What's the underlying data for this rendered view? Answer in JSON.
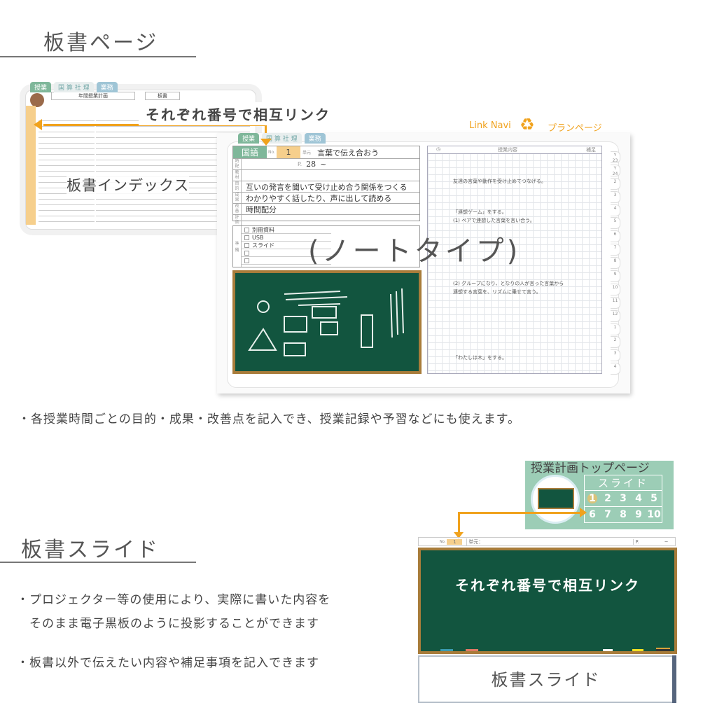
{
  "section1": {
    "title": "板書ページ"
  },
  "index_page": {
    "tabs": [
      "授業",
      "国 算 社 理",
      "業務"
    ],
    "plan_header": "年間授業計画",
    "board_header": "板書",
    "label": "板書インデックス"
  },
  "link_label": "それぞれ番号で相互リンク",
  "link_navi": {
    "label": "Link Navi",
    "target": "プランページ",
    "icon": "recycle-arrows-icon"
  },
  "note_page": {
    "tabs": [
      "授業",
      "国 算 社 理",
      "業務"
    ],
    "subject": "国語",
    "no_label": "No.",
    "no": "1",
    "unit_label": "単元",
    "unit": "言葉で伝え合おう",
    "page_label": "P.",
    "page": "28",
    "page_to": "~",
    "row_labels": [
      "時配",
      "教材",
      "目的",
      "成果",
      "改善",
      "評価"
    ],
    "lines": [
      "互いの発言を聞いて受け止め合う関係をつくる",
      "わかりやすく話したり、声に出して読める",
      "時間配分"
    ],
    "prep_label": "準備",
    "checklist": [
      "別冊資料",
      "USB",
      "スライド"
    ],
    "content_header": "授業内容",
    "supplement_header": "補足",
    "notes": [
      "友達の言葉や動作を受け止めてつなげる。",
      "「連想ゲーム」をする。",
      "(1) ペアで連想した言葉を言い合う。",
      "(2) グループになり、となりの人が言った言葉から",
      "連想する言葉を、リズムに乗せて言う。",
      "「わたしは木」をする。"
    ],
    "month_tabs": [
      "Y 23",
      "Y 24",
      "2",
      "3",
      "4",
      "5",
      "6",
      "7",
      "8",
      "9",
      "10",
      "11",
      "12",
      "1",
      "2",
      "3",
      "4"
    ]
  },
  "overlay_label": "(ノートタイプ)",
  "bullet1": "・各授業時間ごとの目的・成果・改善点を記入でき、授業記録や予習などにも使えます。",
  "section2": {
    "title": "板書スライド",
    "bullets": [
      "・プロジェクター等の使用により、実際に書いた内容を",
      "　そのまま電子黒板のように投影することができます",
      "・板書以外で伝えたい内容や補足事項を記入できます"
    ]
  },
  "top_page": {
    "title": "授業計画トップページ",
    "slide_label": "スライド",
    "slides": [
      "1",
      "2",
      "3",
      "4",
      "5",
      "6",
      "7",
      "8",
      "9",
      "10"
    ],
    "active": "1"
  },
  "slide_strip": {
    "no_label": "No.",
    "no": "1",
    "unit_label": "単元：",
    "page_label": "P.",
    "page_to": "~"
  },
  "slide_board_text": "それぞれ番号で相互リンク",
  "slide_caption": "板書スライド",
  "colors": {
    "accent": "#f0a21d",
    "board": "#12553f",
    "frame": "#a87c3a",
    "mint": "#9ccdb6"
  }
}
